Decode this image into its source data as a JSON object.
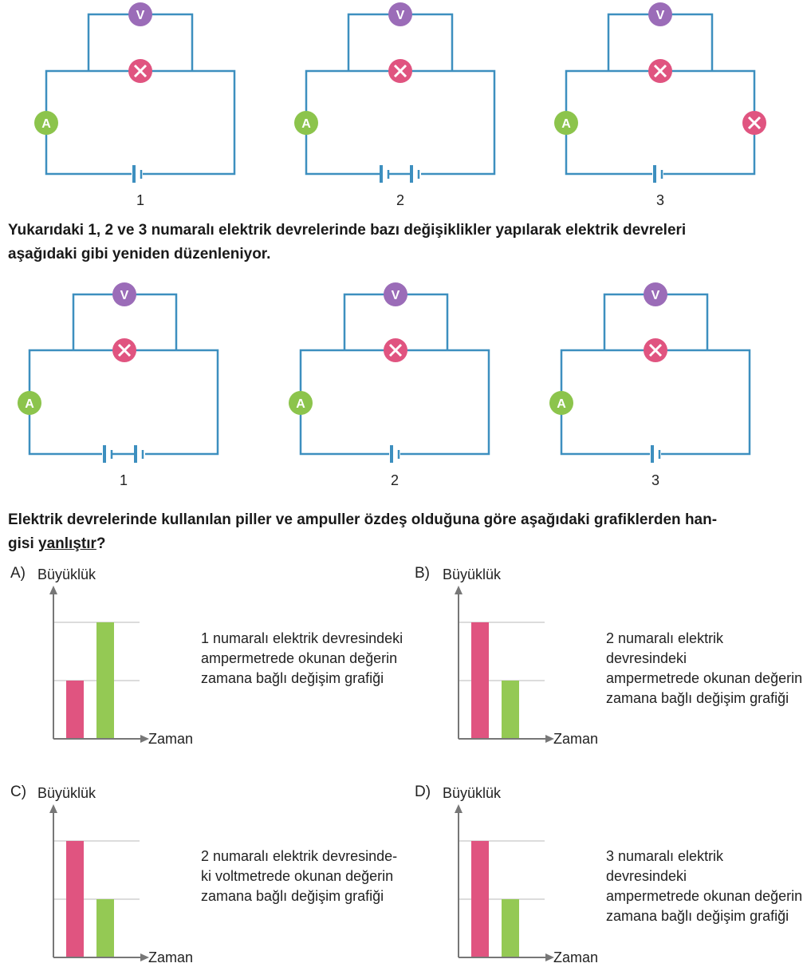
{
  "colors": {
    "wire": "#3d8fbf",
    "voltmeter": "#9b6cb8",
    "lamp": "#e05480",
    "ammeter": "#8cc44c",
    "axis": "#777777",
    "grid": "#c8c8c8",
    "bar_pink": "#e05480",
    "bar_green": "#94c954"
  },
  "icons": {
    "voltmeter": "V",
    "ammeter": "A",
    "lamp": "lamp-x-icon"
  },
  "top_circuits": {
    "labels": [
      "1",
      "2",
      "3"
    ]
  },
  "intro_text": {
    "line1": "Yukarıdaki 1, 2 ve 3 numaralı elektrik devrelerinde bazı değişiklikler yapılarak elektrik devreleri",
    "line2": "aşağıdaki gibi yeniden düzenleniyor."
  },
  "bottom_circuits": {
    "labels": [
      "1",
      "2",
      "3"
    ]
  },
  "question": {
    "line1": "Elektrik devrelerinde kullanılan piller ve ampuller özdeş olduğuna göre aşağıdaki grafiklerden han-",
    "line2_prefix": "gisi ",
    "line2_underlined": "yanlıştır",
    "line2_suffix": "?"
  },
  "options": [
    {
      "letter": "A)",
      "desc": [
        "1 numaralı elektrik devresindeki",
        "ampermetrede okunan değerin",
        "zamana bağlı değişim grafiği"
      ]
    },
    {
      "letter": "B)",
      "desc": [
        "2 numaralı elektrik devresindeki",
        "ampermetrede okunan değerin",
        "zamana bağlı değişim grafiği"
      ]
    },
    {
      "letter": "C)",
      "desc": [
        "2 numaralı elektrik devresinde-",
        "ki voltmetrede okunan değerin",
        "zamana bağlı değişim grafiği"
      ]
    },
    {
      "letter": "D)",
      "desc": [
        "3 numaralı elektrik devresindeki",
        "ampermetrede okunan değerin",
        "zamana bağlı değişim grafiği"
      ]
    }
  ],
  "chart_data": [
    {
      "type": "bar",
      "title": "A",
      "ylabel": "Büyüklük",
      "xlabel": "Zaman",
      "categories": [
        "",
        ""
      ],
      "values": [
        1,
        2
      ],
      "bar_colors": [
        "#e05480",
        "#94c954"
      ],
      "ylim": [
        0,
        2
      ],
      "grid": true
    },
    {
      "type": "bar",
      "title": "B",
      "ylabel": "Büyüklük",
      "xlabel": "Zaman",
      "categories": [
        "",
        ""
      ],
      "values": [
        2,
        1
      ],
      "bar_colors": [
        "#e05480",
        "#94c954"
      ],
      "ylim": [
        0,
        2
      ],
      "grid": true
    },
    {
      "type": "bar",
      "title": "C",
      "ylabel": "Büyüklük",
      "xlabel": "Zaman",
      "categories": [
        "",
        ""
      ],
      "values": [
        2,
        1
      ],
      "bar_colors": [
        "#e05480",
        "#94c954"
      ],
      "ylim": [
        0,
        2
      ],
      "grid": true
    },
    {
      "type": "bar",
      "title": "D",
      "ylabel": "Büyüklük",
      "xlabel": "Zaman",
      "categories": [
        "",
        ""
      ],
      "values": [
        2,
        1
      ],
      "bar_colors": [
        "#e05480",
        "#94c954"
      ],
      "ylim": [
        0,
        2
      ],
      "grid": true
    }
  ]
}
